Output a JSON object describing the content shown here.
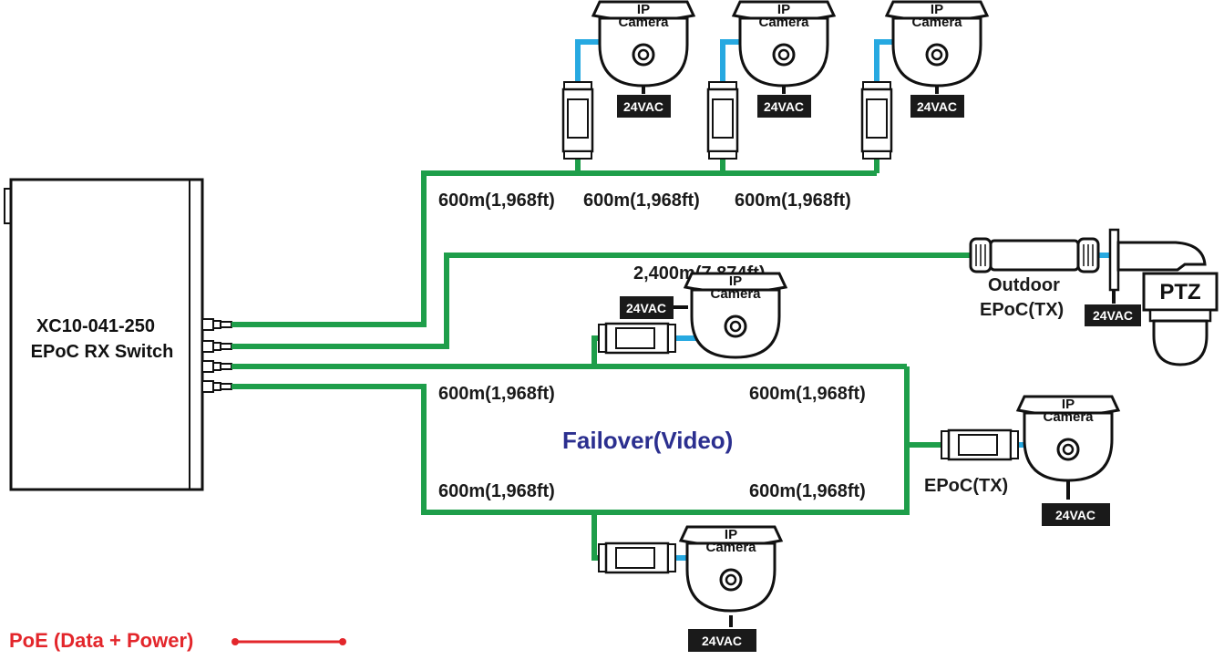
{
  "switch": {
    "model": "XC10-041-250",
    "name": "EPoC RX Switch"
  },
  "camera_label_line1": "IP",
  "camera_label_line2": "Camera",
  "power_label": "24VAC",
  "distances": {
    "top_1": "600m(1,968ft)",
    "top_2": "600m(1,968ft)",
    "top_3": "600m(1,968ft)",
    "long": "2,400m(7,874ft)",
    "ring_top_left": "600m(1,968ft)",
    "ring_top_right": "600m(1,968ft)",
    "ring_bottom_left": "600m(1,968ft)",
    "ring_bottom_right": "600m(1,968ft)"
  },
  "outdoor": {
    "line1": "Outdoor",
    "line2": "EPoC(TX)"
  },
  "ptz_label": "PTZ",
  "epoc_tx_label": "EPoC(TX)",
  "failover_label": "Failover(Video)",
  "legend": {
    "poe_label": "PoE (Data + Power)"
  },
  "colors": {
    "cable": "#1e9e4a",
    "ethernet": "#27a9e1",
    "poe": "#e3262b",
    "failover_text": "#2b2f8f",
    "badge": "#1a1a1a"
  }
}
